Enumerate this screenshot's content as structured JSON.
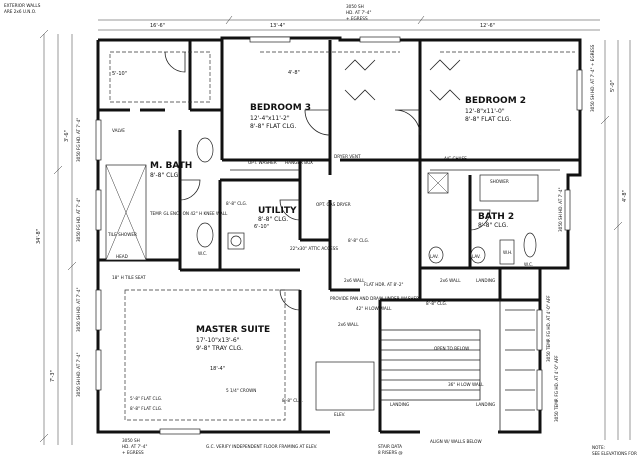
{
  "dimensions": {
    "top_left": "16'-6\"",
    "left_overall": "34'-8\"",
    "left_lower": "7'-3\"",
    "left_upper": "3'-6\"",
    "br3_top": "13'-4\"",
    "br2_top": "12'-6\"",
    "mb_width": "5'-10\"",
    "ms_width": "18'-4\"",
    "utility_w": "6'-10\"",
    "closet_w": "4'-8\"",
    "right_tall": "5'-0\"",
    "right_mid": "4'-8\""
  },
  "notes": {
    "corner_note_1": "EXTERIOR WALLS",
    "corner_note_2": "ARE 2x6 U.N.O.",
    "window_top_1": "3050 SH",
    "window_top_2": "HD. AT 7'-4\"",
    "window_top_3": "+ EGRESS",
    "window_bottom_1": "3050 SH",
    "window_bottom_2": "HD. AT 7'-4\"",
    "window_bottom_3": "+ EGRESS",
    "valve": "VALVE",
    "tile_shower": "TILE SHOWER",
    "temp_gl": "TEMP. GL ENCL ON 42\" H KNEE WALL",
    "head_seat": "HEAD",
    "tile_seat": "18\" H TILE SEAT",
    "opt_washer": "OPT. WASHER",
    "hanger_box": "HANGER BOX",
    "dryer_vent": "DRYER VENT",
    "opt_gas_dryer": "OPT. GAS DRYER",
    "attic_access": "22\"x30\" ATTIC ACCESS",
    "ac_chase": "A/C CHASE",
    "shower": "SHOWER",
    "provide_pan": "PROVIDE PAN AND DRAIN UNDER WASHER",
    "flat_hdr": "FLAT HDR. AT 8'-2\"",
    "low_wall_42": "42\" H LOW WALL",
    "open_to_below": "OPEN TO BELOW",
    "low_wall_36": "36\" H LOW WALL",
    "landing_1": "LANDING",
    "landing_2": "LANDING",
    "landing_3": "LANDING",
    "elev": "ELEV.",
    "crown": "5 1/4\" CROWN",
    "flat_clg_a": "5'-8\" FLAT CLG.",
    "flat_clg_b": "8'-8\" FLAT CLG.",
    "wall_2x6": "2x6 WALL",
    "wall_2x6_b": "2x6 WALL",
    "wall_2x6_c": "2x6 WALL",
    "align_walls": "ALIGN W/ WALLS BELOW",
    "stair_data": "STAIR DATA",
    "risers": "8 RISERS @",
    "gc_verify": "G.C. VERIFY INDEPENDENT FLOOR FRAMING AT ELEV.",
    "right_note_1": "NOTE:",
    "right_note_2": "SEE ELEVATIONS FOR",
    "side_win_1": "3050 SH HD. AT 7'-4\" + EGRESS",
    "side_win_2": "3050 FG HD. AT 7'-4\"",
    "side_win_3": "3050 FG HD. AT 7'-4\"",
    "side_win_4": "3050 SH HD. AT 7'-4\"",
    "side_win_5": "3050 SH HD. AT 7'-4\"",
    "side_win_r1": "3050 SH HD. AT 7'-4\"",
    "side_win_r2": "3050 TEMP. FG HD. AT 4'-0\" AFF",
    "side_win_r3": "3050 TEMP. FG HD. AT 4'-0\" AFF"
  },
  "rooms": {
    "bedroom3": {
      "name": "BEDROOM 3",
      "size": "12'-4\"x11'-2\"",
      "ceiling": "8'-8\" FLAT CLG."
    },
    "bedroom2": {
      "name": "BEDROOM 2",
      "size": "12'-8\"x11'-0\"",
      "ceiling": "8'-8\" FLAT CLG."
    },
    "mbath": {
      "name": "M. BATH",
      "ceiling": "8'-8\" CLG."
    },
    "utility": {
      "name": "UTILITY",
      "ceiling": "8'-8\" CLG."
    },
    "bath2": {
      "name": "BATH 2",
      "ceiling": "8'-8\" CLG."
    },
    "master": {
      "name": "MASTER SUITE",
      "size": "17'-10\"x13'-6\"",
      "ceiling": "9'-8\" TRAY CLG."
    },
    "clg_a": "8'-8\" CLG.",
    "clg_b": "8'-8\" CLG.",
    "clg_c": "8'-8\" CLG.",
    "clg_d": "8'-8\" CLG."
  },
  "fixtures": {
    "lav": "LAV.",
    "lav2": "LAV.",
    "wc": "W.C.",
    "wc2": "W.C.",
    "wh": "W.H."
  }
}
